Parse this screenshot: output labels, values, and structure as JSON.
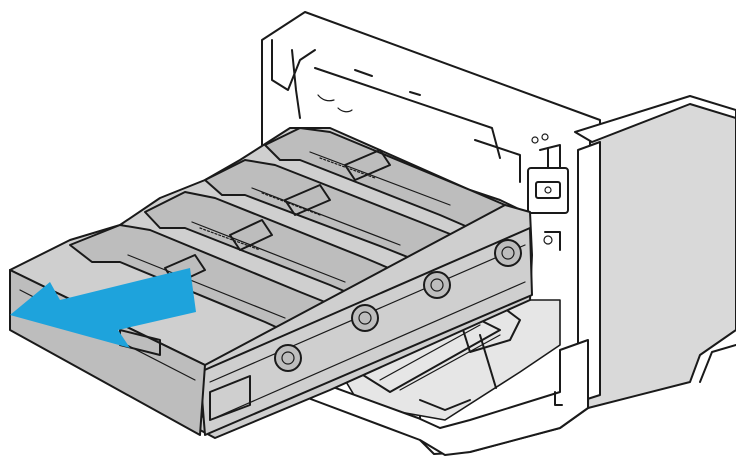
{
  "figure": {
    "subject": "printer-toner-drawer-pull-out",
    "cartridge_count": 4,
    "arrow_direction": "pull-out-left",
    "colors": {
      "arrow": "#1ea3dc",
      "drawer": "#cfcfcf",
      "drawer_dark": "#bdbdbd",
      "printer_body": "#ffffff",
      "side_panel": "#d9d9d9",
      "tray": "#e6e6e6",
      "outline": "#1a1a1a"
    },
    "icons": {
      "arrow": "arrow-left-icon",
      "handle": "round-handle-icon",
      "button": "power-button-icon"
    }
  }
}
